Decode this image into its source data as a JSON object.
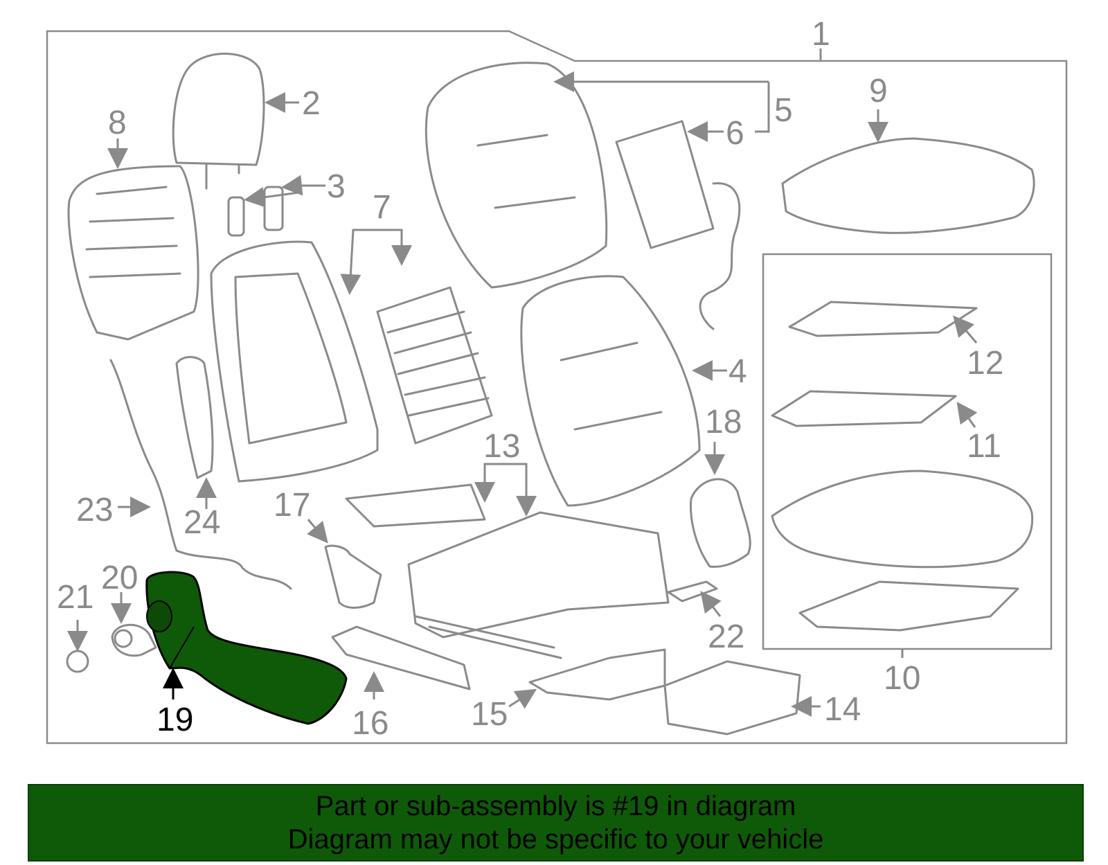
{
  "diagram": {
    "callouts": [
      "1",
      "2",
      "3",
      "4",
      "5",
      "6",
      "7",
      "8",
      "9",
      "10",
      "11",
      "12",
      "13",
      "14",
      "15",
      "16",
      "17",
      "18",
      "20",
      "21",
      "22",
      "23",
      "24"
    ],
    "highlighted_callout": "19",
    "highlight_color": "#0f5a08",
    "line_color": "#8a8a8a"
  },
  "banner": {
    "line1": "Part or sub-assembly is #19 in diagram",
    "line2": "Diagram may not be specific to your vehicle",
    "background": "#0f5a08"
  }
}
